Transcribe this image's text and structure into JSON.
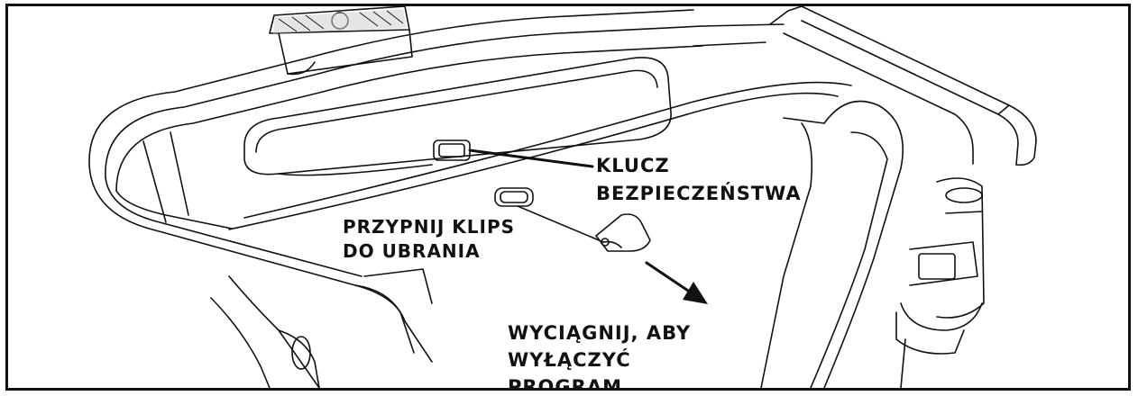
{
  "labels": {
    "safety_key": [
      "KLUCZ",
      "BEZPIECZEŃSTWA"
    ],
    "clip": [
      "PRZYPNIJ KLIPS",
      "DO UBRANIA"
    ],
    "pull": [
      "WYCIĄGNIJ, ABY",
      "WYŁĄCZYĆ",
      "PROGRAM"
    ]
  },
  "colors": {
    "line": "#111111",
    "shade": "#cfcfcf",
    "background": "#ffffff"
  }
}
